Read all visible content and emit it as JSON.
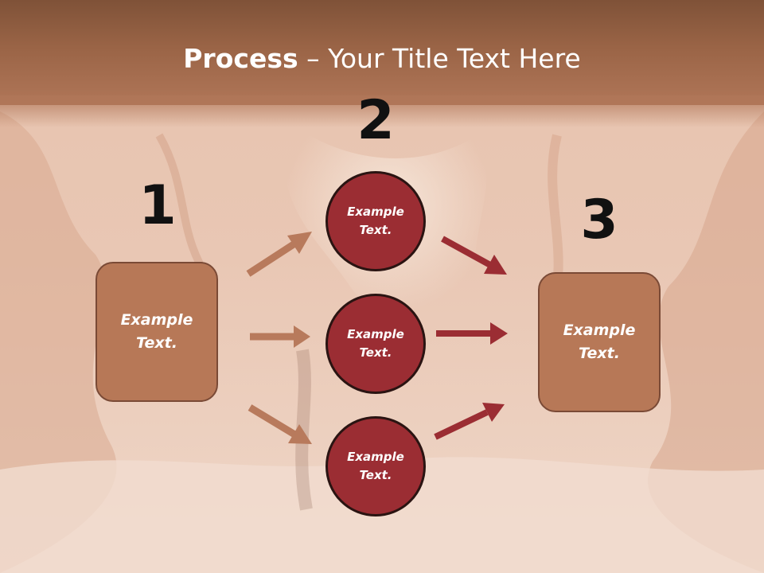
{
  "slide": {
    "title_bold": "Process",
    "title_rest": " – Your Title Text Here",
    "step_numbers": [
      "1",
      "2",
      "3"
    ],
    "left_box": "Example\nText.",
    "right_box": "Example\nText.",
    "circles": [
      "Example\nText.",
      "Example\nText.",
      "Example\nText."
    ]
  },
  "colors": {
    "header": "#9a6446",
    "box_fill": "#b77857",
    "circle_fill": "#9b2d33",
    "left_arrows": "#b87a5c",
    "right_arrows": "#9b2d33"
  }
}
